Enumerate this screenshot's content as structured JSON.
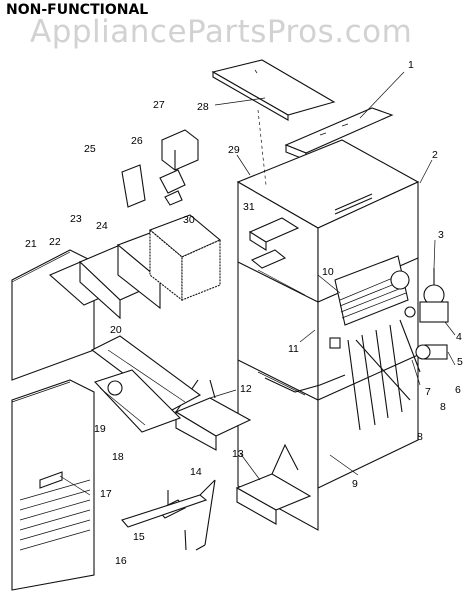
{
  "header": {
    "status": "NON-FUNCTIONAL",
    "watermark": "AppliancePartsPros.com"
  },
  "diagram": {
    "callouts": [
      "1",
      "2",
      "3",
      "4",
      "5",
      "6",
      "7",
      "8",
      "8",
      "9",
      "10",
      "11",
      "12",
      "13",
      "14",
      "15",
      "16",
      "17",
      "18",
      "19",
      "20",
      "21",
      "22",
      "23",
      "24",
      "25",
      "26",
      "27",
      "28",
      "29",
      "30",
      "31"
    ]
  }
}
